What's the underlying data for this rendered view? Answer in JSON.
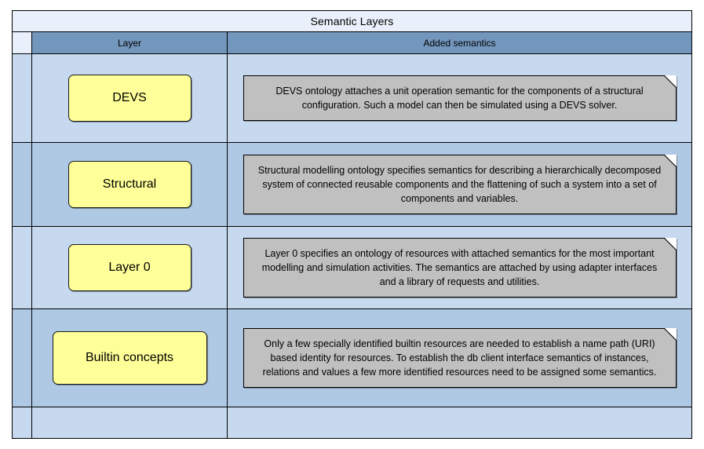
{
  "diagram": {
    "title": "Semantic Layers",
    "columns": {
      "layer": "Layer",
      "added_semantics": "Added semantics"
    },
    "colors": {
      "title_band": "#eaf0fb",
      "header_band": "#7396bd",
      "row_light": "#c6d9ef",
      "row_dark": "#afc9e4",
      "layer_box": "#ffff99",
      "note_box": "#c0c0c0",
      "border": "#000000"
    },
    "rows": [
      {
        "layer": "DEVS",
        "semantics": "DEVS ontology attaches a unit operation semantic for the components of a structural configuration. Such a model can then be simulated using a DEVS solver."
      },
      {
        "layer": "Structural",
        "semantics": "Structural modelling ontology specifies semantics for describing a hierarchically decomposed system of connected reusable components and the flattening of such a system into a set of components and variables."
      },
      {
        "layer": "Layer 0",
        "semantics": "Layer 0 specifies an ontology of resources with attached semantics for the most important modelling and simulation activities. The semantics are attached by using adapter interfaces and a library of requests and utilities."
      },
      {
        "layer": "Builtin concepts",
        "semantics": "Only a few specially identified builtin resources are needed to establish a name path (URI) based identity for resources. To establish the db client interface semantics of instances, relations and values a few more identified resources need to be assigned some semantics."
      },
      {
        "layer": "",
        "semantics": ""
      }
    ]
  }
}
